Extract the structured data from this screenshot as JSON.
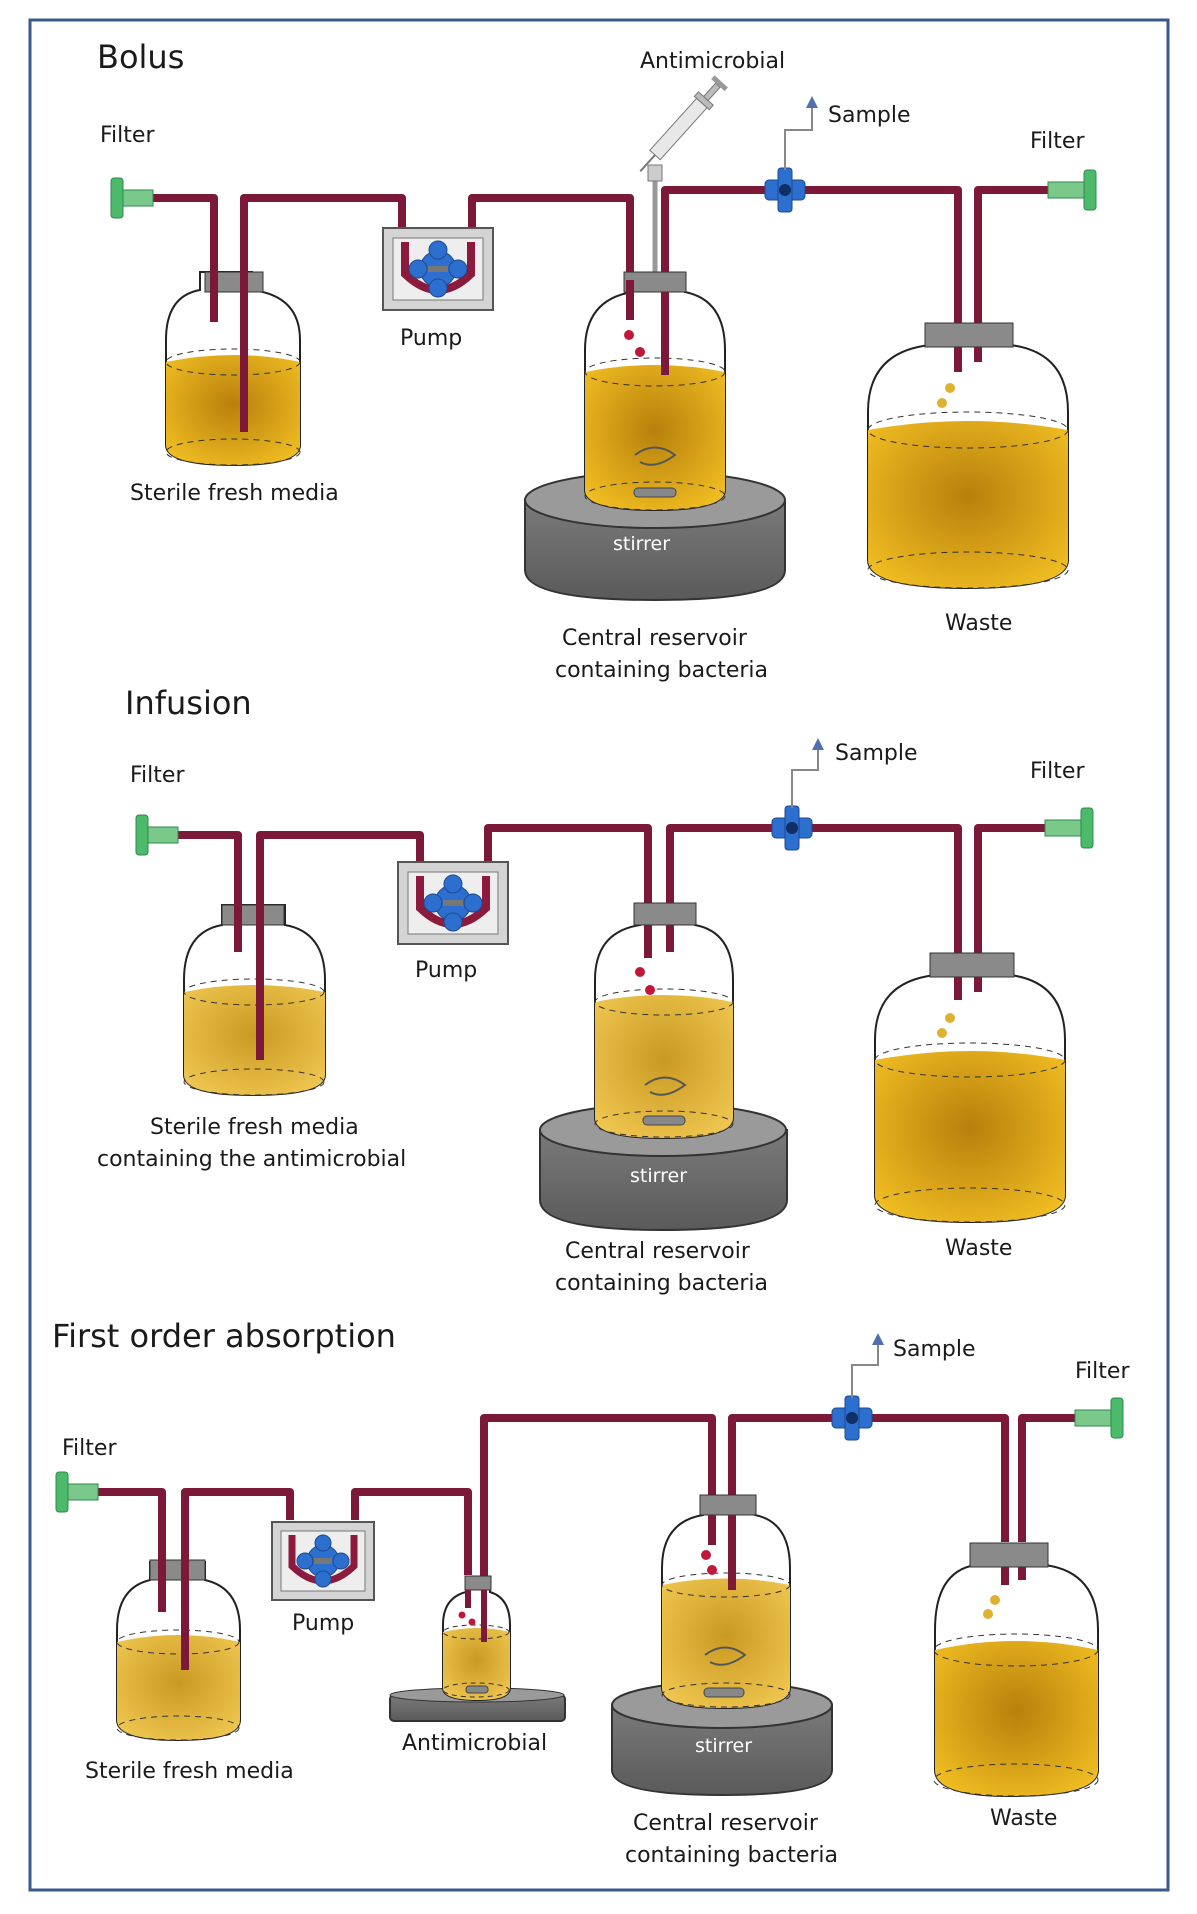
{
  "colors": {
    "tube": "#8b1a3c",
    "liquid": "#e9b320",
    "liquid_dark": "#b37a0c",
    "stirrer": "#6b6b6b",
    "filter": "#4cba6a",
    "valve": "#2d6fcf",
    "frame": "#3a5a8c"
  },
  "panels": [
    {
      "title": "Bolus",
      "labels": {
        "filter_left": "Filter",
        "filter_right": "Filter",
        "sample": "Sample",
        "antimicrobial": "Antimicrobial",
        "pump": "Pump",
        "media": "Sterile fresh media",
        "stirrer": "stirrer",
        "reservoir_line1": "Central reservoir",
        "reservoir_line2": "containing bacteria",
        "waste": "Waste"
      }
    },
    {
      "title": "Infusion",
      "labels": {
        "filter_left": "Filter",
        "filter_right": "Filter",
        "sample": "Sample",
        "pump": "Pump",
        "media_line1": "Sterile fresh media",
        "media_line2": "containing the antimicrobial",
        "stirrer": "stirrer",
        "reservoir_line1": "Central reservoir",
        "reservoir_line2": "containing bacteria",
        "waste": "Waste"
      }
    },
    {
      "title": "First order absorption",
      "labels": {
        "filter_left": "Filter",
        "filter_right": "Filter",
        "sample": "Sample",
        "pump": "Pump",
        "media": "Sterile fresh media",
        "antimicrobial": "Antimicrobial",
        "stirrer": "stirrer",
        "reservoir_line1": "Central reservoir",
        "reservoir_line2": "containing bacteria",
        "waste": "Waste"
      }
    }
  ]
}
